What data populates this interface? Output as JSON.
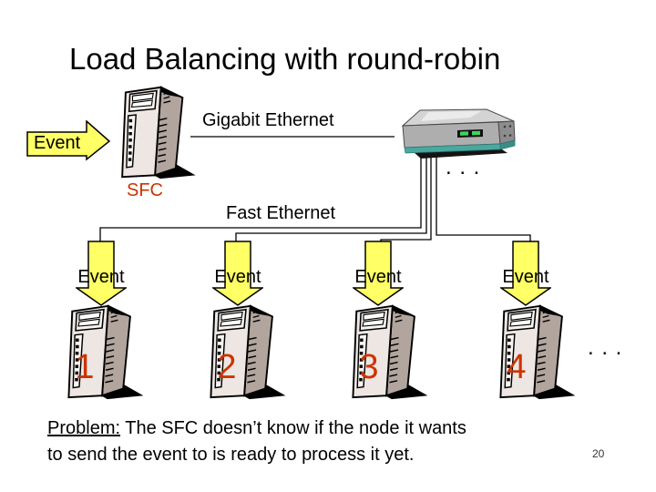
{
  "slide": {
    "title": "Load Balancing with round-robin",
    "page_number": "20",
    "labels": {
      "input_event": "Event",
      "sfc": "SFC",
      "gigabit": "Gigabit Ethernet",
      "fast": "Fast Ethernet",
      "switch_more_ports": ". . .",
      "more_nodes": ". . ."
    },
    "nodes": [
      {
        "number": "1",
        "event_label": "Event"
      },
      {
        "number": "2",
        "event_label": "Event"
      },
      {
        "number": "3",
        "event_label": "Event"
      },
      {
        "number": "4",
        "event_label": "Event"
      }
    ],
    "problem": {
      "label": "Problem:",
      "text": " The SFC doesn’t know if the node it wants to send the event to is ready to process it yet."
    },
    "colors": {
      "accent_red": "#cc3300",
      "arrow_fill": "#ffff66",
      "switch_teal": "#49a9a1"
    }
  }
}
